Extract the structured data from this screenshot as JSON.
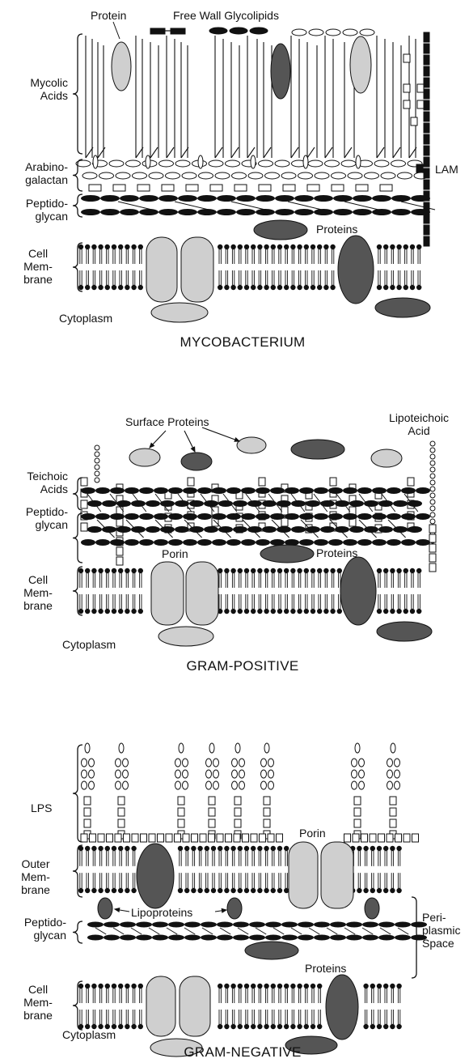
{
  "colors": {
    "ink": "#111111",
    "paper": "#ffffff",
    "light_protein": "#cfcfcf",
    "dark_protein": "#555555"
  },
  "myco": {
    "label_protein": "Protein",
    "label_free_wall": "Free Wall Glycolipids",
    "label_mycolic": "Mycolic\nAcids",
    "label_arabino": "Arabino-\ngalactan",
    "label_peptido": "Peptido-\nglycan",
    "label_lam": "LAM",
    "label_proteins": "Proteins",
    "label_cell_membrane": "Cell\nMem-\nbrane",
    "label_cytoplasm": "Cytoplasm",
    "title": "MYCOBACTERIUM"
  },
  "gram_pos": {
    "label_surface": "Surface Proteins",
    "label_lipoteichoic": "Lipoteichoic\nAcid",
    "label_teichoic": "Teichoic\nAcids",
    "label_peptido": "Peptido-\nglycan",
    "label_porin": "Porin",
    "label_proteins": "Proteins",
    "label_cell_membrane": "Cell\nMem-\nbrane",
    "label_cytoplasm": "Cytoplasm",
    "title": "GRAM-POSITIVE"
  },
  "gram_neg": {
    "label_lps": "LPS",
    "label_porin": "Porin",
    "label_outer_membrane": "Outer\nMem-\nbrane",
    "label_lipoproteins": "Lipoproteins",
    "label_peptido": "Peptido-\nglycan",
    "label_periplasmic": "Peri-\nplasmic\nSpace",
    "label_proteins": "Proteins",
    "label_cell_membrane": "Cell\nMem-\nbrane",
    "label_cytoplasm": "Cytoplasm",
    "title": "GRAM-NEGATIVE"
  }
}
